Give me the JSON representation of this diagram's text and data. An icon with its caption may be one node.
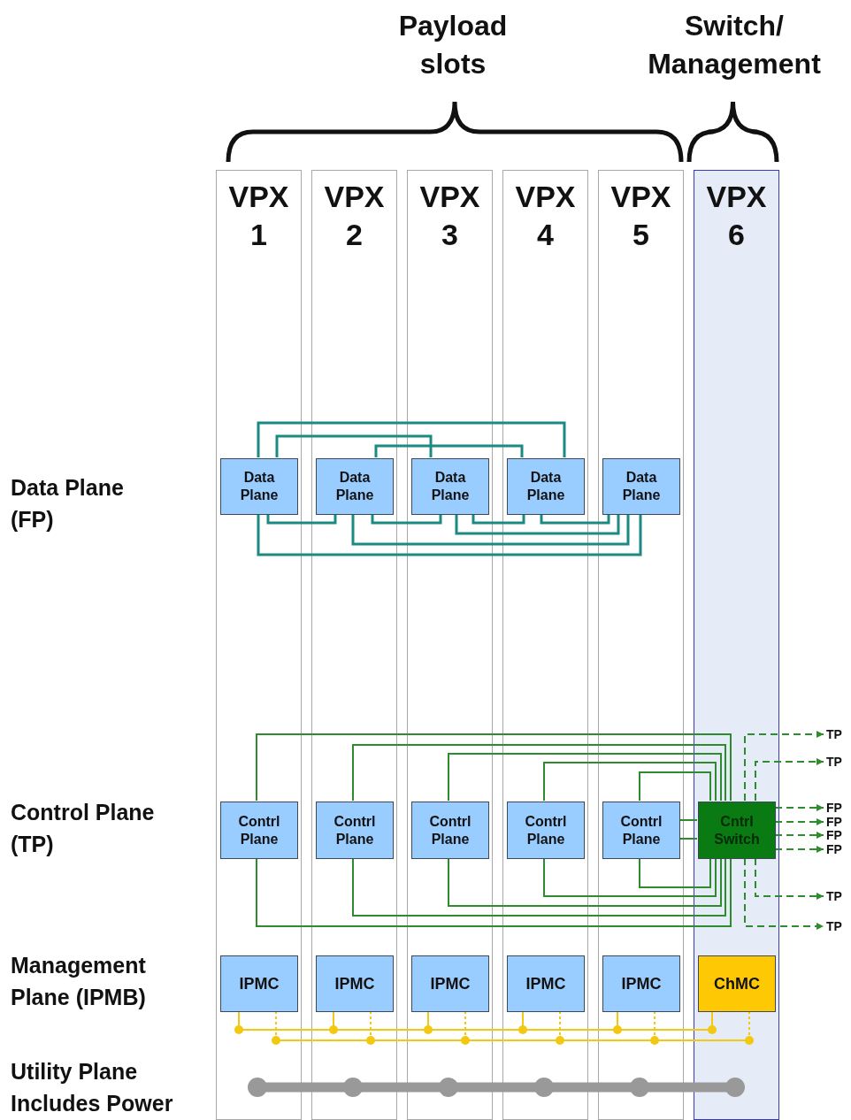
{
  "diagram": {
    "nodes": [
      {
        "text": [
          "VPX 1"
        ]
      },
      {
        "text": [
          "VPX 2"
        ]
      },
      {
        "text": [
          "VPX 3"
        ]
      },
      {
        "text": [
          "VPX 4"
        ]
      },
      {
        "text": [
          "VPX 5"
        ]
      },
      {
        "text": [
          "VPX 6"
        ]
      },
      {
        "text": [
          "Data Plane"
        ],
        "in": 0
      },
      {
        "text": [
          "Data Plane"
        ],
        "in": 1
      },
      {
        "text": [
          "Data Plane"
        ],
        "in": 2
      },
      {
        "text": [
          "Data Plane"
        ],
        "in": 3
      },
      {
        "text": [
          "Data Plane"
        ],
        "in": 4
      },
      {
        "text": [
          "Contrl Plane"
        ],
        "in": 0
      },
      {
        "text": [
          "Contrl Plane"
        ],
        "in": 1
      },
      {
        "text": [
          "Contrl Plane"
        ],
        "in": 2
      },
      {
        "text": [
          "Contrl Plane"
        ],
        "in": 3
      },
      {
        "text": [
          "Contrl Plane"
        ],
        "in": 4
      },
      {
        "text": [
          "Cntrl Switch"
        ],
        "in": 5
      },
      {
        "text": [
          "IPMC"
        ],
        "in": 0
      },
      {
        "text": [
          "IPMC"
        ],
        "in": 1
      },
      {
        "text": [
          "IPMC"
        ],
        "in": 2
      },
      {
        "text": [
          "IPMC"
        ],
        "in": 3
      },
      {
        "text": [
          "IPMC"
        ],
        "in": 4
      },
      {
        "text": [
          "ChMC"
        ],
        "in": 5
      },
      {
        "text": [
          "TP"
        ]
      },
      {
        "text": [
          "TP"
        ]
      },
      {
        "text": [
          "FP"
        ]
      },
      {
        "text": [
          "FP"
        ]
      },
      {
        "text": [
          "FP"
        ]
      },
      {
        "text": [
          "FP"
        ]
      },
      {
        "text": [
          "TP"
        ]
      },
      {
        "text": [
          "TP"
        ]
      }
    ],
    "edges": [
      {
        "from": 6,
        "to": 9,
        "arrow": "none",
        "color": "#1b8a82"
      },
      {
        "from": 6,
        "to": 8,
        "arrow": "none",
        "color": "#1b8a82"
      },
      {
        "from": 7,
        "to": 9,
        "arrow": "none",
        "color": "#1b8a82"
      },
      {
        "from": 6,
        "to": 7,
        "arrow": "none",
        "color": "#1b8a82"
      },
      {
        "from": 7,
        "to": 8,
        "arrow": "none",
        "color": "#1b8a82"
      },
      {
        "from": 8,
        "to": 9,
        "arrow": "none",
        "color": "#1b8a82"
      },
      {
        "from": 9,
        "to": 10,
        "arrow": "none",
        "color": "#1b8a82"
      },
      {
        "from": 8,
        "to": 10,
        "arrow": "none",
        "color": "#1b8a82"
      },
      {
        "from": 7,
        "to": 10,
        "arrow": "none",
        "color": "#1b8a82"
      },
      {
        "from": 6,
        "to": 10,
        "arrow": "none",
        "color": "#1b8a82"
      },
      {
        "from": 11,
        "to": 16,
        "arrow": "none"
      },
      {
        "from": 11,
        "to": 16,
        "arrow": "none"
      },
      {
        "from": 12,
        "to": 16,
        "arrow": "none"
      },
      {
        "from": 12,
        "to": 16,
        "arrow": "none"
      },
      {
        "from": 13,
        "to": 16,
        "arrow": "none"
      },
      {
        "from": 13,
        "to": 16,
        "arrow": "none"
      },
      {
        "from": 14,
        "to": 16,
        "arrow": "none"
      },
      {
        "from": 14,
        "to": 16,
        "arrow": "none"
      },
      {
        "from": 15,
        "to": 16,
        "arrow": "none"
      },
      {
        "from": 15,
        "to": 16,
        "arrow": "none"
      },
      {
        "from": 15,
        "to": 16,
        "arrow": "none"
      },
      {
        "from": 15,
        "to": 16,
        "arrow": "none"
      },
      {
        "from": 16,
        "to": 23,
        "arrow": "to",
        "style": "dashed"
      },
      {
        "from": 16,
        "to": 24,
        "arrow": "to",
        "style": "dashed"
      },
      {
        "from": 16,
        "to": 25,
        "arrow": "to",
        "style": "dashed"
      },
      {
        "from": 16,
        "to": 26,
        "arrow": "to",
        "style": "dashed"
      },
      {
        "from": 16,
        "to": 27,
        "arrow": "to",
        "style": "dashed"
      },
      {
        "from": 16,
        "to": 28,
        "arrow": "to",
        "style": "dashed"
      },
      {
        "from": 16,
        "to": 29,
        "arrow": "to",
        "style": "dashed"
      },
      {
        "from": 16,
        "to": 30,
        "arrow": "to",
        "style": "dashed"
      },
      {
        "from": 17,
        "to": 18,
        "arrow": "none",
        "color": "#f2c811"
      },
      {
        "from": 18,
        "to": 19,
        "arrow": "none",
        "color": "#f2c811"
      },
      {
        "from": 19,
        "to": 20,
        "arrow": "none",
        "color": "#f2c811"
      },
      {
        "from": 20,
        "to": 21,
        "arrow": "none",
        "color": "#f2c811"
      },
      {
        "from": 21,
        "to": 22,
        "arrow": "none",
        "color": "#f2c811"
      },
      {
        "from": 17,
        "to": 18,
        "arrow": "none",
        "style": "dashed",
        "color": "#f2c811"
      },
      {
        "from": 18,
        "to": 19,
        "arrow": "none",
        "style": "dashed",
        "color": "#f2c811"
      },
      {
        "from": 19,
        "to": 20,
        "arrow": "none",
        "style": "dashed",
        "color": "#f2c811"
      },
      {
        "from": 20,
        "to": 21,
        "arrow": "none",
        "style": "dashed",
        "color": "#f2c811"
      },
      {
        "from": 21,
        "to": 22,
        "arrow": "none",
        "style": "dashed",
        "color": "#f2c811"
      }
    ],
    "labels": [
      "Payload slots",
      "Switch/ Management",
      "Data Plane (FP)",
      "Control Plane (TP)",
      "Management Plane (IPMB)",
      "Utility Plane Includes Power"
    ]
  }
}
